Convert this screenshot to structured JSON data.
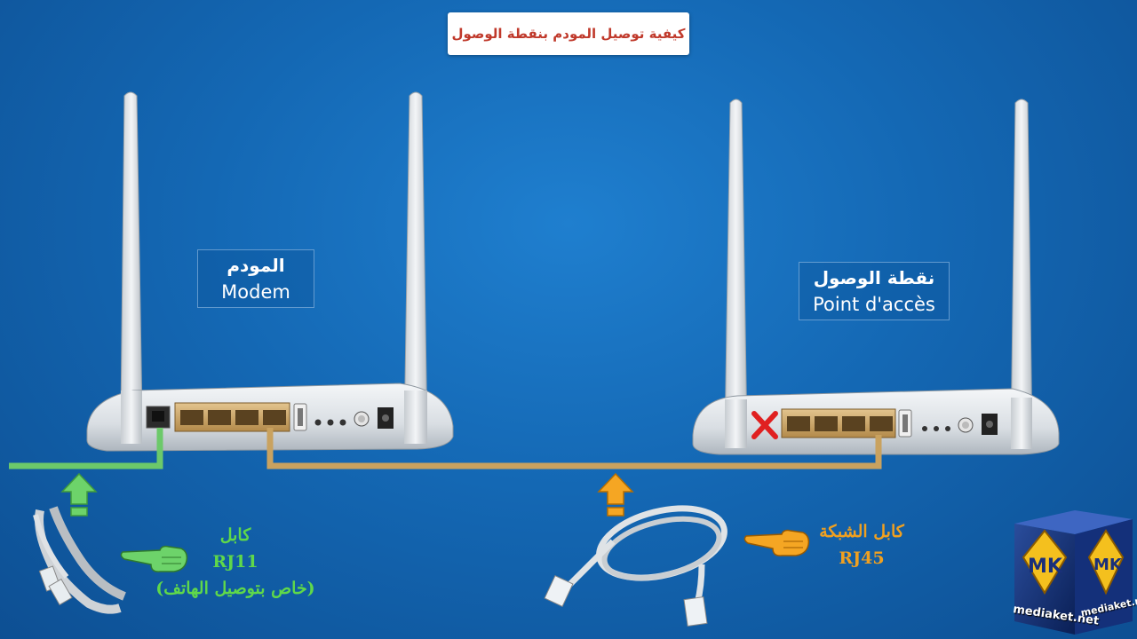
{
  "title": "كيفية توصيل المودم بنقطة الوصول",
  "modem": {
    "label_ar": "المودم",
    "label_en": "Modem"
  },
  "access_point": {
    "label_ar": "نقطة الوصول",
    "label_en": "Point d'accès"
  },
  "rj11_cable": {
    "line1": "كابل",
    "line2": "RJ11",
    "line3": "(خاص بتوصيل الهاتف)"
  },
  "rj45_cable": {
    "line1": "كابل الشبكة",
    "line2": "RJ45"
  },
  "logo": {
    "text1": "mediaket.net",
    "text2": "mediaket.net",
    "mark": "MK"
  },
  "colors": {
    "background": "#1468b4",
    "green_cable": "#6cc96a",
    "orange_cable": "#c9a25f",
    "arrow_orange": "#f5a623",
    "arrow_green": "#6dd36a",
    "title_red": "#c0392b",
    "x_mark": "#e02020"
  }
}
